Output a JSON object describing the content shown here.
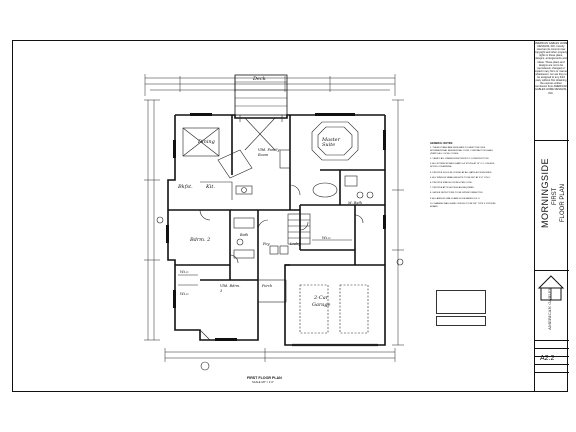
{
  "copyright": "AMERICAN GABLES HOME DESIGNS, INC. hereby reserves its common law copyright and other property rights in these plans, designs, arrangements and ideas. These plans and designs are not to be reproduced, changed or copied in any form or manner whatsoever, nor are they to be assigned to any third party without first obtaining the express written permission from AMERICAN GABLES HOME DESIGNS, INC.",
  "project_name": "MORNINGSIDE",
  "sheet_title_1": "FIRST",
  "sheet_title_2": "FLOOR PLAN",
  "sheet_number": "A2.2",
  "logo_text": "AMERICAN GABLES",
  "plan_title": "FIRST FLOOR PLAN",
  "plan_scale": "SCALE 1/8\" = 1'-0\"",
  "rooms": {
    "deck": "Deck",
    "dining": "Dining",
    "family": "Vltd. Family Room",
    "master": "Master Suite",
    "bkfst": "Bkfst.",
    "kit": "Kit.",
    "bdrm2": "Bdrm. 2",
    "bath": "Bath",
    "foy": "Foy.",
    "lndry": "Lndry.",
    "mbath": "M. Bath",
    "wic": "W.i.c.",
    "wic2": "W.i.c.",
    "wic3": "W.i.c.",
    "bdrm3": "Vltd. Bdrm. 3",
    "porch": "Porch",
    "garage_1": "2-Car",
    "garage_2": "Garage"
  },
  "notes": {
    "heading": "GENERAL NOTES:",
    "items": [
      "1. THESE PLANS ARE DESIGNED TO MEET THE 2006 INTERNATIONAL RESIDENTIAL CODE. CONTRACTOR SHALL VERIFY ALL LOCAL CODES.",
      "2. VERIFY ALL DIMENSIONS PRIOR TO CONSTRUCTION.",
      "3. ALL EXTERIOR WALLS ARE 2x4 STUDS AT 16\" O.C. UNLESS NOTED OTHERWISE.",
      "4. PROVIDE SOLID BLOCKING AT ALL BATH ACCESSORIES.",
      "5. ALL WINDOW HEAD HEIGHTS TO BE SET AT 6'-8\" U.N.O.",
      "6. PROVIDE FIRE BLOCKING PER CODE.",
      "7. PROVIDE ATTIC ACCESS AS REQUIRED.",
      "8. SMOKE DETECTORS TO BE INTERCONNECTED.",
      "9. ALL ANGLED WALLS ARE 45 DEGREES U.N.O.",
      "10. GARAGE WALLS AND CEILING TO BE 5/8\" TYPE X GYPSUM BOARD."
    ]
  }
}
